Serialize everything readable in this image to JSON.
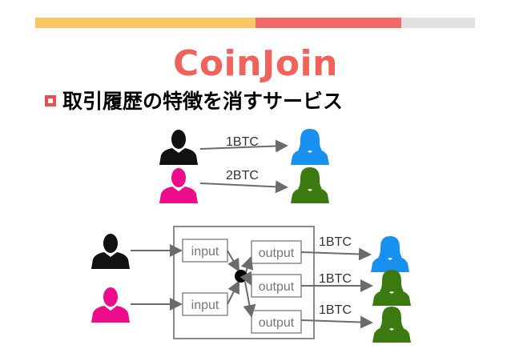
{
  "header": {
    "title": "CoinJoin",
    "subtitle": "取引履歴の特徴を消すサービス"
  },
  "colors": {
    "bar_yellow": "#f6c762",
    "bar_red": "#f06b65",
    "bar_gray": "#e0e0e0",
    "title": "#f1635a",
    "bullet": "#e8504f",
    "black_person": "#111111",
    "pink_person": "#ec0c8c",
    "blue_person": "#1890f0",
    "green_person": "#3a7a10",
    "arrow": "#6b6b6b",
    "box_border": "#8a8a8a"
  },
  "top_flow": {
    "transfers": [
      {
        "amount": "1BTC"
      },
      {
        "amount": "2BTC"
      }
    ]
  },
  "coinjoin_flow": {
    "inputs": [
      "input",
      "input"
    ],
    "outputs": [
      {
        "label": "output",
        "amount": "1BTC"
      },
      {
        "label": "output",
        "amount": "1BTC"
      },
      {
        "label": "output",
        "amount": "1BTC"
      }
    ]
  }
}
